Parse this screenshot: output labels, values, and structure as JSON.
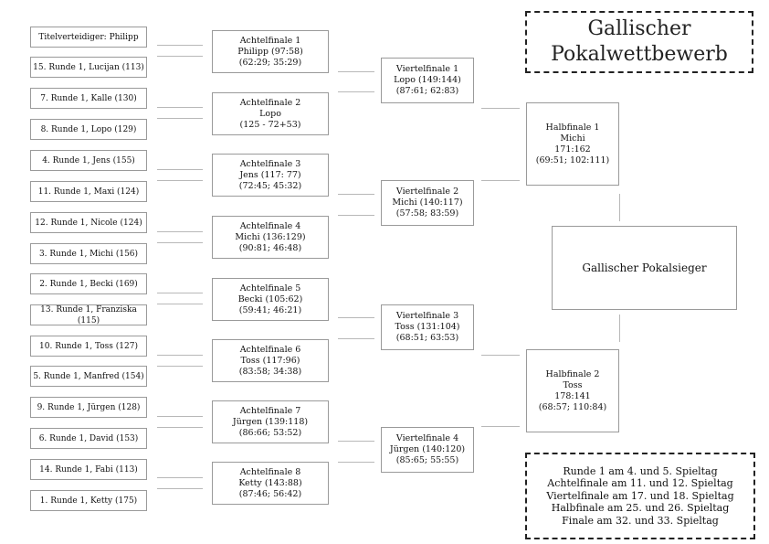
{
  "title": [
    "Gallischer",
    "Pokalwettbewerb"
  ],
  "round1": [
    "Titelverteidiger: Philipp",
    "15. Runde 1, Lucijan (113)",
    "7. Runde 1, Kalle (130)",
    "8. Runde 1, Lopo (129)",
    "4. Runde 1, Jens (155)",
    "11. Runde 1, Maxi (124)",
    "12. Runde 1, Nicole (124)",
    "3. Runde 1, Michi (156)",
    "2. Runde 1, Becki (169)",
    "13. Runde 1, Franziska (115)",
    "10. Runde 1, Toss (127)",
    "5. Runde 1, Manfred (154)",
    "9. Runde 1, Jürgen (128)",
    "6. Runde 1, David (153)",
    "14. Runde 1, Fabi (113)",
    "1. Runde 1, Ketty (175)"
  ],
  "achtelfinale": [
    {
      "title": "Achtelfinale 1",
      "winner": "Philipp (97:58)",
      "detail": "(62:29; 35:29)"
    },
    {
      "title": "Achtelfinale 2",
      "winner": "Lopo",
      "detail": "(125 - 72+53)"
    },
    {
      "title": "Achtelfinale 3",
      "winner": "Jens (117: 77)",
      "detail": "(72:45; 45:32)"
    },
    {
      "title": "Achtelfinale 4",
      "winner": "Michi (136:129)",
      "detail": "(90:81; 46:48)"
    },
    {
      "title": "Achtelfinale 5",
      "winner": "Becki (105:62)",
      "detail": "(59:41; 46:21)"
    },
    {
      "title": "Achtelfinale 6",
      "winner": "Toss (117:96)",
      "detail": "(83:58; 34:38)"
    },
    {
      "title": "Achtelfinale 7",
      "winner": "Jürgen (139:118)",
      "detail": "(86:66; 53:52)"
    },
    {
      "title": "Achtelfinale 8",
      "winner": "Ketty (143:88)",
      "detail": "(87:46; 56:42)"
    }
  ],
  "viertelfinale": [
    {
      "title": "Viertelfinale 1",
      "winner": "Lopo (149:144)",
      "detail": "(87:61; 62:83)"
    },
    {
      "title": "Viertelfinale 2",
      "winner": "Michi (140:117)",
      "detail": "(57:58; 83:59)"
    },
    {
      "title": "Viertelfinale 3",
      "winner": "Toss (131:104)",
      "detail": "(68:51; 63:53)"
    },
    {
      "title": "Viertelfinale 4",
      "winner": "Jürgen (140:120)",
      "detail": "(85:65; 55:55)"
    }
  ],
  "halbfinale": [
    {
      "title": "Halbfinale 1",
      "winner": "Michi",
      "score": "171:162",
      "detail": "(69:51; 102:111)"
    },
    {
      "title": "Halbfinale 2",
      "winner": "Toss",
      "score": "178:141",
      "detail": "(68:57; 110:84)"
    }
  ],
  "pokalsieger": "Gallischer Pokalsieger",
  "schedule": [
    "Runde 1 am 4. und 5. Spieltag",
    "Achtelfinale am 11. und 12. Spieltag",
    "Viertelfinale am 17. und 18. Spieltag",
    "Halbfinale am 25. und 26. Spieltag",
    "Finale am 32. und 33. Spieltag"
  ]
}
